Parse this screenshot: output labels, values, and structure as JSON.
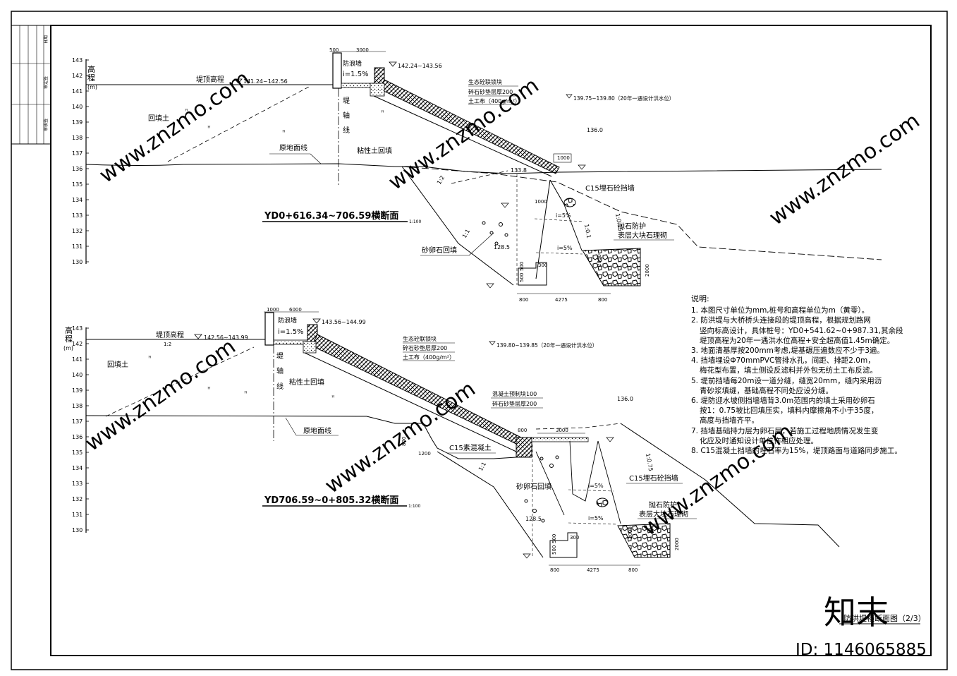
{
  "sheet": {
    "title": "防洪堤横断面图（2/3）",
    "stamp_brand": "知末",
    "id_label": "ID: 1146065885",
    "watermark_text": "www.znzmo.com",
    "title_block_cells": [
      "日期",
      "审定签",
      "审核签"
    ]
  },
  "section1": {
    "title": "YD0+616.34~706.59横断面",
    "scale": "1:100",
    "axis_title_1": "高",
    "axis_title_2": "程",
    "axis_unit": "(m)",
    "ticks": [
      "143",
      "142",
      "141",
      "140",
      "139",
      "138",
      "137",
      "136",
      "135",
      "134",
      "133",
      "132",
      "131",
      "130"
    ],
    "crest_label": "堤顶高程",
    "crest_elev": "141.24~142.56",
    "wall_label": "防浪墙",
    "slope_label": "i=1.5%",
    "wall_top_elev": "142.24~143.56",
    "dim_500": "500",
    "dim_3000": "3000",
    "backfill": "回填土",
    "axis_line": [
      "堤",
      "轴",
      "线"
    ],
    "clay_fill": "粘性土回填",
    "ground_line": "原地面线",
    "eco_block": "生态砼联锁块",
    "gravel_pad": "碎石砂垫层厚200",
    "geotextile": "土工布（400g/m²）",
    "flood_level": "139.75~139.80（20年一遇设计洪水位）",
    "elev_136": "136.0",
    "elev_1338": "133.8",
    "dim_1000a": "1000",
    "dim_1000b": "1000",
    "c15_wall": "C15埋石砼挡墙",
    "riprap": "抛石防护",
    "riprap2": "表层大块石理砌",
    "sand_gravel": "砂卵石回填",
    "i5a": "i=5%",
    "i5b": "i=5%",
    "elev_1285": "128.5",
    "slope_12": "1:2",
    "slope_11": "1:1",
    "slope_115": "1:0.15",
    "slope_01": "1:0.1",
    "dim_300": "300",
    "dim_500v": "500",
    "dim_500v2": "500",
    "dim_2000": "2000",
    "dim_2000b": "2000",
    "dim_800a": "800",
    "dim_4275": "4275",
    "dim_800b": "800"
  },
  "section2": {
    "title": "YD706.59~0+805.32横断面",
    "scale": "1:100",
    "axis_title_1": "高",
    "axis_title_2": "程",
    "axis_unit": "(m)",
    "ticks": [
      "143",
      "142",
      "141",
      "140",
      "139",
      "138",
      "137",
      "136",
      "135",
      "134",
      "133",
      "132",
      "131",
      "130"
    ],
    "crest_label": "堤顶高程",
    "crest_elev": "142.56~143.99",
    "wall_label": "防浪墙",
    "slope_label": "i=1.5%",
    "wall_top_elev": "143.56~144.99",
    "dim_1000": "1000",
    "dim_6000": "6000",
    "slope_12": "1:2",
    "backfill": "回填土",
    "axis_line": [
      "堤",
      "轴",
      "线"
    ],
    "clay_fill": "粘性土回填",
    "ground_line": "原地面线",
    "eco_block": "生态砼联锁块",
    "gravel_pad": "碎石砂垫层厚200",
    "geotextile": "土工布（400g/m²）",
    "flood_level": "139.80~139.85（20年一遇设计洪水位）",
    "concrete_block": "混凝土预制块100",
    "gravel_pad2": "碎石砂垫层厚200",
    "elev_136": "136.0",
    "c15_plain": "C15素混凝土",
    "dim_800": "800",
    "dim_1200": "1200",
    "dim_3000": "3000",
    "dim_800top": "800",
    "sand_gravel": "砂卵石回填",
    "i5a": "i=5%",
    "i5b": "i=5%",
    "c15_wall": "C15埋石砼挡墙",
    "riprap": "抛石防护",
    "riprap2": "表层大块石理砌",
    "elev_1285": "128.5",
    "dim_300": "300",
    "dim_500v": "500",
    "dim_500v2": "500",
    "dim_2000": "2000",
    "dim_2000b": "2000",
    "dim_800a": "800",
    "dim_4275": "4275",
    "dim_800b": "800",
    "slope_11": "1:1",
    "slope_1": "1:0.75"
  },
  "notes": {
    "title": "说明:",
    "items": [
      [
        "1. 本图尺寸单位为mm,桩号和高程单位为m（黄零）。"
      ],
      [
        "2. 防洪堤与大桥桥头连接段的堤顶高程，根据规划路网",
        "竖向标高设计，具体桩号：YD0+541.62~0+987.31,其余段",
        "堤顶高程为20年一遇洪水位高程+安全超高值1.45m确定。"
      ],
      [
        "3. 地面清基厚按200mm考虑,堤基碾压遍数应不少于3遍。"
      ],
      [
        "4. 挡墙埋设Φ70mmPVC管排水孔，间距、排距2.0m，",
        "梅花型布置，填土侧设反滤料并外包无纺土工布反滤。"
      ],
      [
        "5. 堤前挡墙每20m设一道分缝，缝宽20mm，缝内采用沥",
        "青砂浆填缝，基础高程不同处应设分缝。"
      ],
      [
        "6. 堤防迎水坡侧挡墙墙背3.0m范围内的填土采用砂卵石",
        "按1：0.75坡比回填压实，填料内摩擦角不小于35度，",
        "高度与挡墙齐平。"
      ],
      [
        "7. 挡墙基础持力层为卵石层，若施工过程地质情况发生变",
        "化应及时通知设计单位作相应处理。"
      ],
      [
        "8. C15混凝土挡墙的埋石率为15%，堤顶路面与道路同步施工。"
      ]
    ]
  }
}
